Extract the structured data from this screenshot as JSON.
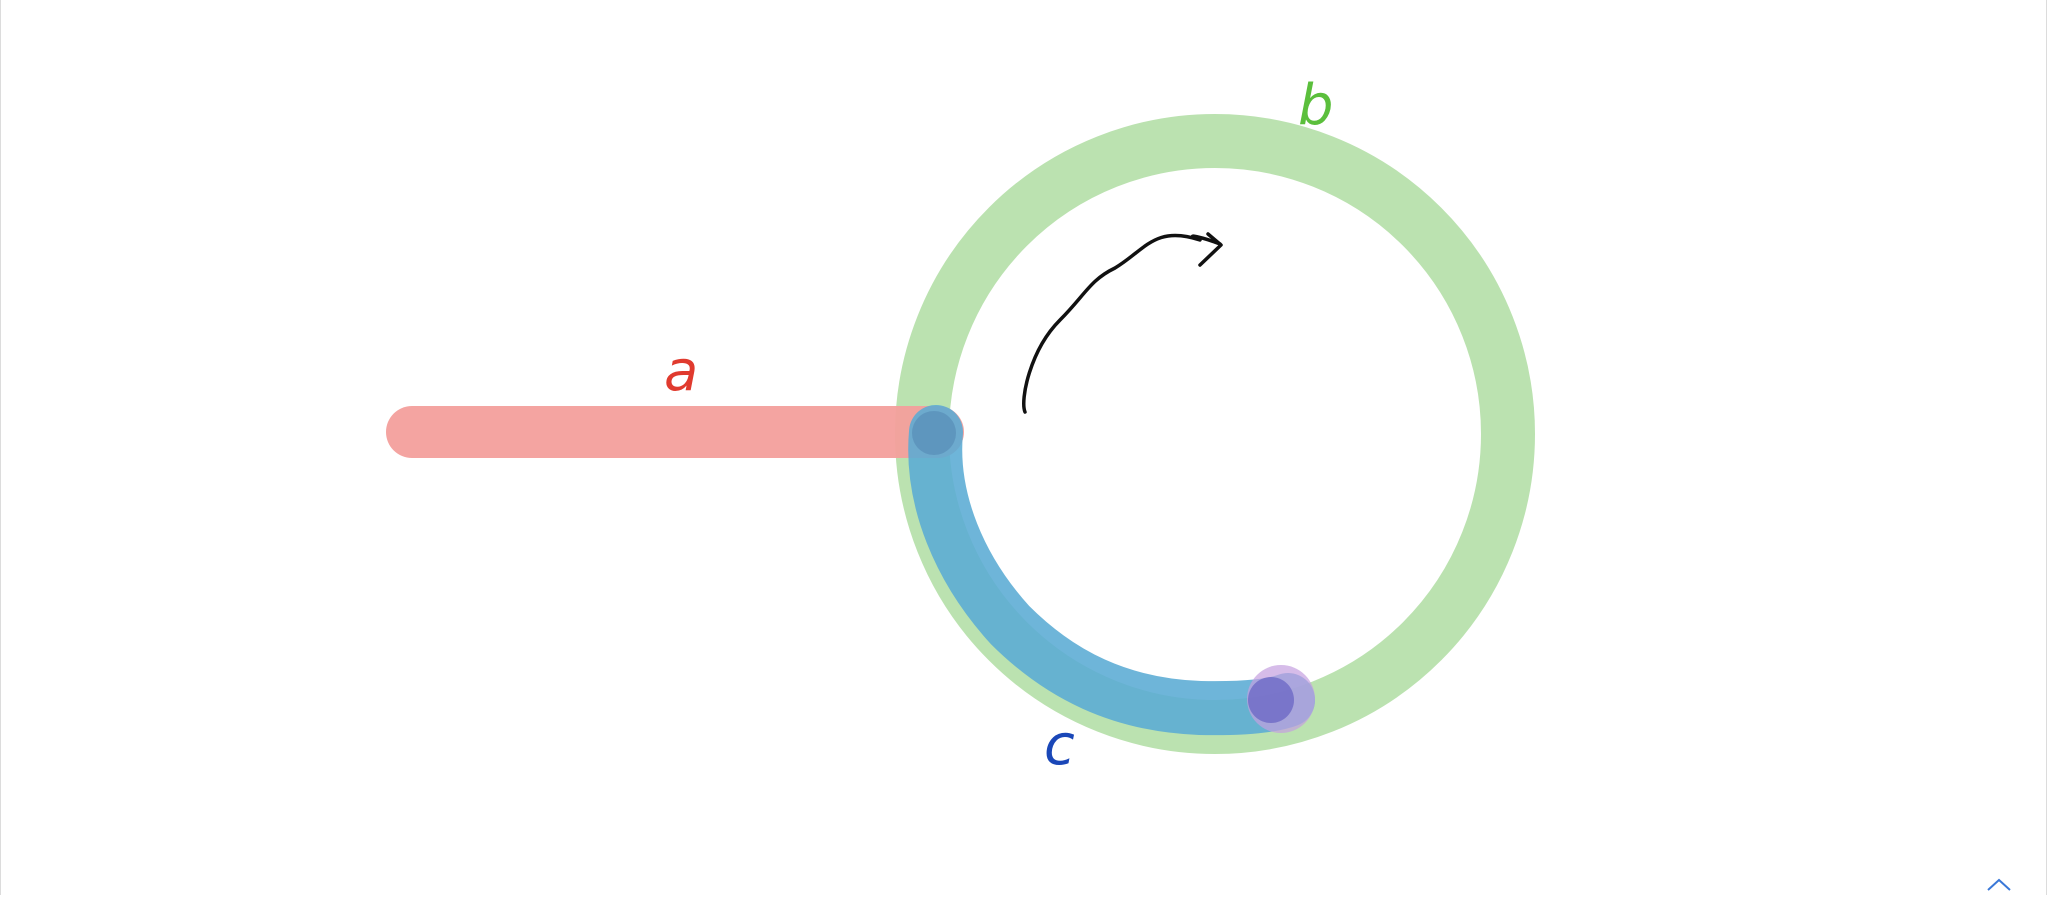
{
  "labels": {
    "a": "a",
    "b": "b",
    "c": "c"
  },
  "colors": {
    "segment_a": "#f4a09c",
    "circle_b": "#b7e0ac",
    "arc_c": "#5aabd4",
    "label_a": "#e03a2e",
    "label_b": "#5bbf3c",
    "label_c": "#1a47b8",
    "start_dot": "#5a8fb8",
    "end_dot_fill": "#7b6cc9",
    "end_dot_halo": "#c4a0e0",
    "arrow": "#111111",
    "scroll_chevron": "#3a78d8"
  },
  "icons": {
    "scroll_up": "chevron-up-icon"
  }
}
